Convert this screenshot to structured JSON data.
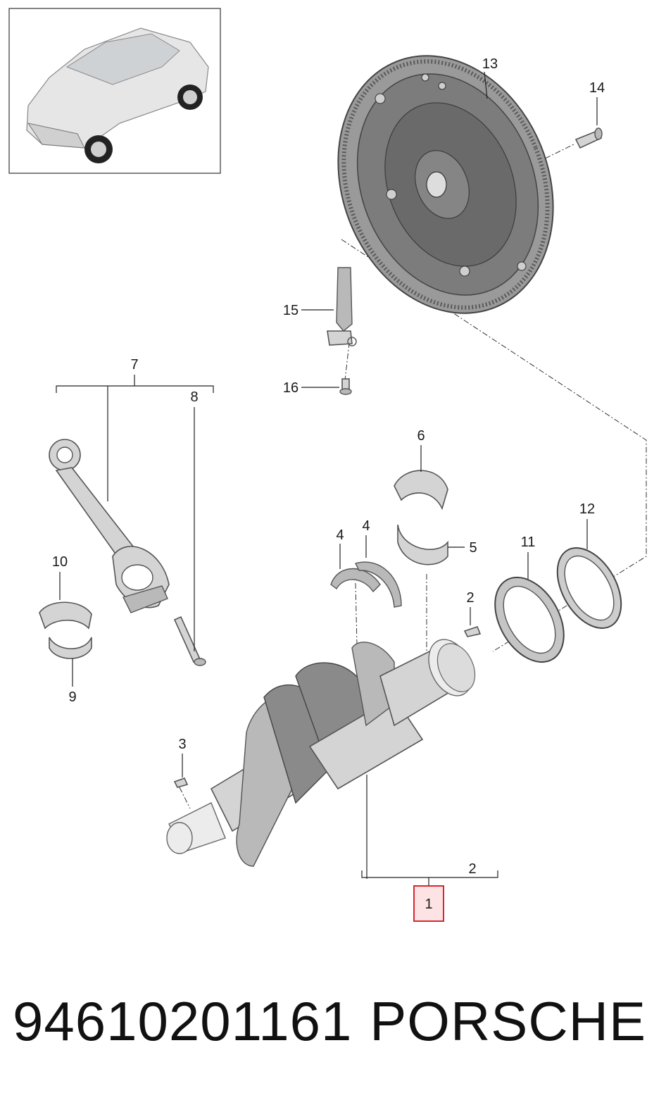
{
  "diagram": {
    "callouts": {
      "c1": "1",
      "c2a": "2",
      "c2b": "2",
      "c3": "3",
      "c4a": "4",
      "c4b": "4",
      "c5": "5",
      "c6": "6",
      "c7": "7",
      "c8": "8",
      "c9": "9",
      "c10": "10",
      "c11": "11",
      "c12": "12",
      "c13": "13",
      "c14": "14",
      "c15": "15",
      "c16": "16"
    },
    "highlighted_callout": "1",
    "highlight_color": "#d9272e",
    "highlight_fill": "#fde3e4"
  },
  "footer": {
    "part_number": "94610201161",
    "brand": "PORSCHE"
  }
}
